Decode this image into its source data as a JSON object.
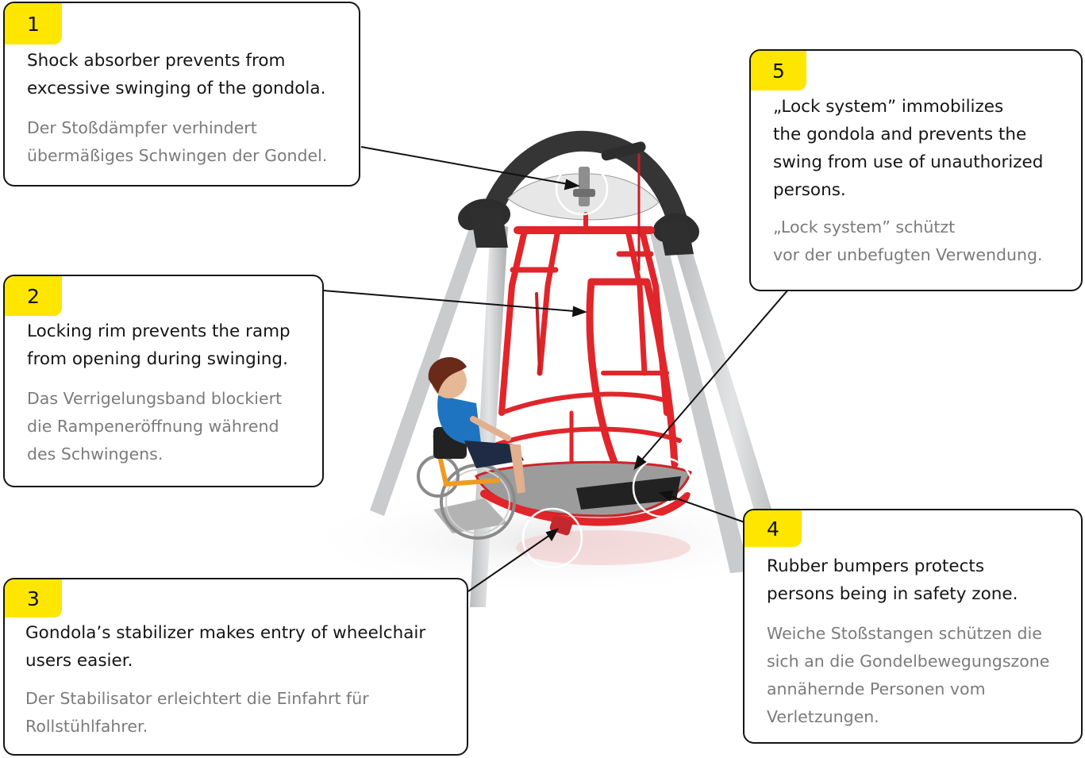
{
  "callouts": {
    "c1": {
      "number": "1",
      "en": "Shock absorber prevents from\nexcessive swinging of the gondola.",
      "de": "Der Stoßdämpfer verhindert\nübermäßiges Schwingen der Gondel."
    },
    "c2": {
      "number": "2",
      "en": "Locking rim prevents the ramp\nfrom opening during swinging.",
      "de": "Das Verrigelungsband blockiert\ndie Rampeneröffnung während\ndes Schwingens."
    },
    "c3": {
      "number": "3",
      "en": "Gondola’s stabilizer makes entry of wheelchair\nusers easier.",
      "de": "Der Stabilisator erleichtert die Einfahrt für\nRollstühlfahrer."
    },
    "c4": {
      "number": "4",
      "en": "Rubber bumpers protects\npersons being in safety zone.",
      "de": "Weiche Stoßstangen schützen die\nsich an die Gondelbewegungszone\nannähernde Personen vom\nVerletzungen."
    },
    "c5": {
      "number": "5",
      "en": "„Lock system” immobilizes\nthe gondola and prevents the\nswing from use of unauthorized\npersons.",
      "de": "„Lock system” schützt\nvor der unbefugten Verwendung."
    }
  },
  "colors": {
    "badge": "#ffe600",
    "frame_red": "#e0262b",
    "post_gray": "#c4c6c8",
    "arch_dark": "#3a3a3a",
    "text_primary": "#151515",
    "text_secondary": "#7b7b7b"
  }
}
